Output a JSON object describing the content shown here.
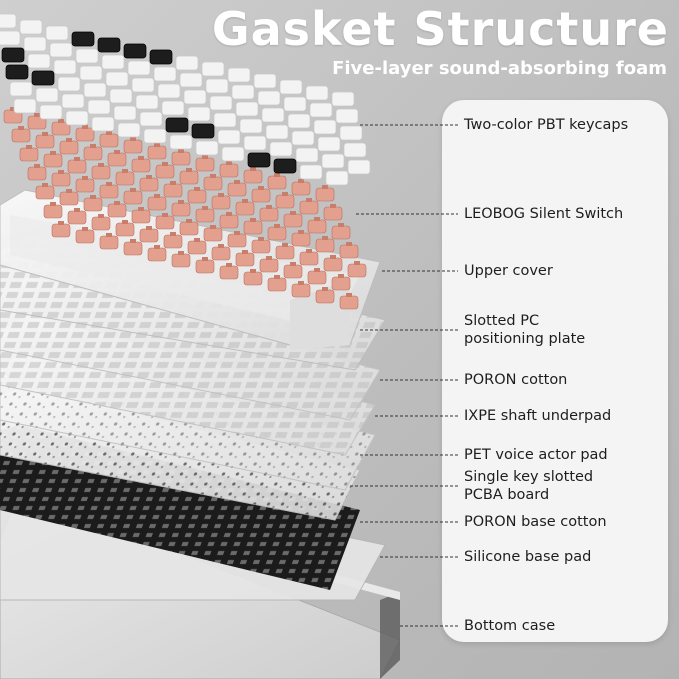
{
  "header": {
    "title": "Gasket Structure",
    "subtitle": "Five-layer sound-absorbing foam"
  },
  "colors": {
    "title": "#ffffff",
    "panel": "#f4f4f4",
    "switch": "#e3a08f",
    "keycap_white": "#f3f3f3",
    "keycap_black": "#1d1d1d",
    "pcb": "#1a1a1a"
  },
  "layers": [
    {
      "id": "keycaps",
      "lines": [
        "Two-color PBT keycaps"
      ]
    },
    {
      "id": "switch",
      "lines": [
        "LEOBOG Silent Switch"
      ]
    },
    {
      "id": "upper-cover",
      "lines": [
        "Upper cover"
      ]
    },
    {
      "id": "plate",
      "lines": [
        "Slotted PC",
        "positioning plate"
      ]
    },
    {
      "id": "poron",
      "lines": [
        "PORON cotton"
      ]
    },
    {
      "id": "ixpe",
      "lines": [
        "IXPE shaft underpad"
      ]
    },
    {
      "id": "pet",
      "lines": [
        "PET voice actor pad"
      ]
    },
    {
      "id": "pcba",
      "lines": [
        "Single key slotted",
        "PCBA board"
      ]
    },
    {
      "id": "poron-base",
      "lines": [
        "PORON base cotton"
      ]
    },
    {
      "id": "silicone",
      "lines": [
        "Silicone base pad"
      ]
    },
    {
      "id": "bottom",
      "lines": [
        "Bottom case"
      ]
    }
  ]
}
